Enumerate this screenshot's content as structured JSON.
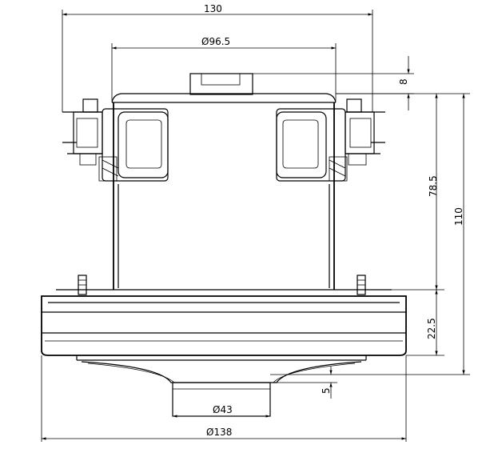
{
  "dimensions": {
    "top_width": "130",
    "upper_diameter": "Ø96.5",
    "small_offset": "8",
    "mid_height": "78.5",
    "total_height": "110",
    "base_height": "22.5",
    "outlet_height": "5",
    "outlet_diameter": "Ø43",
    "base_diameter": "Ø138"
  },
  "colors": {
    "line": "#000000",
    "background": "#ffffff"
  }
}
